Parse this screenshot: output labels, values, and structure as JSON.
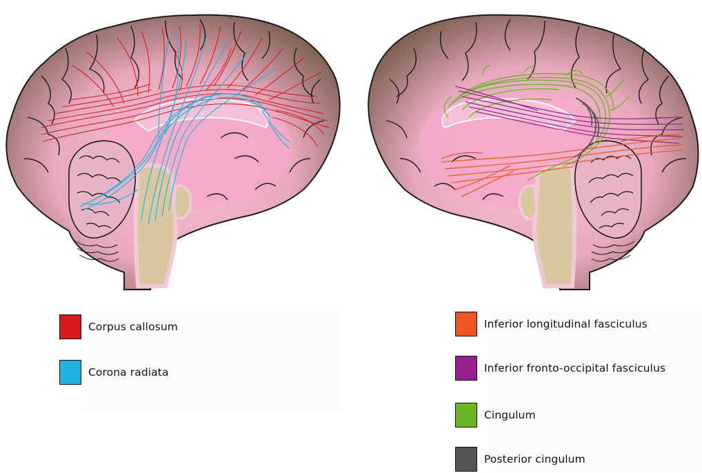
{
  "figure": {
    "left_panel": {
      "legend": [
        {
          "label": "Corpus callosum",
          "color": "#d7191c"
        },
        {
          "label": "Corona radiata",
          "color": "#1fb1df"
        }
      ]
    },
    "right_panel": {
      "legend": [
        {
          "label": "Inferior longitudinal fasciculus",
          "color": "#ee5522"
        },
        {
          "label": "Inferior fronto-occipital fasciculus",
          "color": "#97208f"
        },
        {
          "label": "Cingulum",
          "color": "#6bb626"
        },
        {
          "label": "Posterior cingulum",
          "color": "#555555"
        }
      ]
    }
  },
  "colors": {
    "brain_outer": "#8c6b5e",
    "brain_inner": "#f2b8cf",
    "brain_core": "#f5a6c8",
    "brainstem": "#dcc9a2",
    "outline": "#1a1a1a"
  }
}
